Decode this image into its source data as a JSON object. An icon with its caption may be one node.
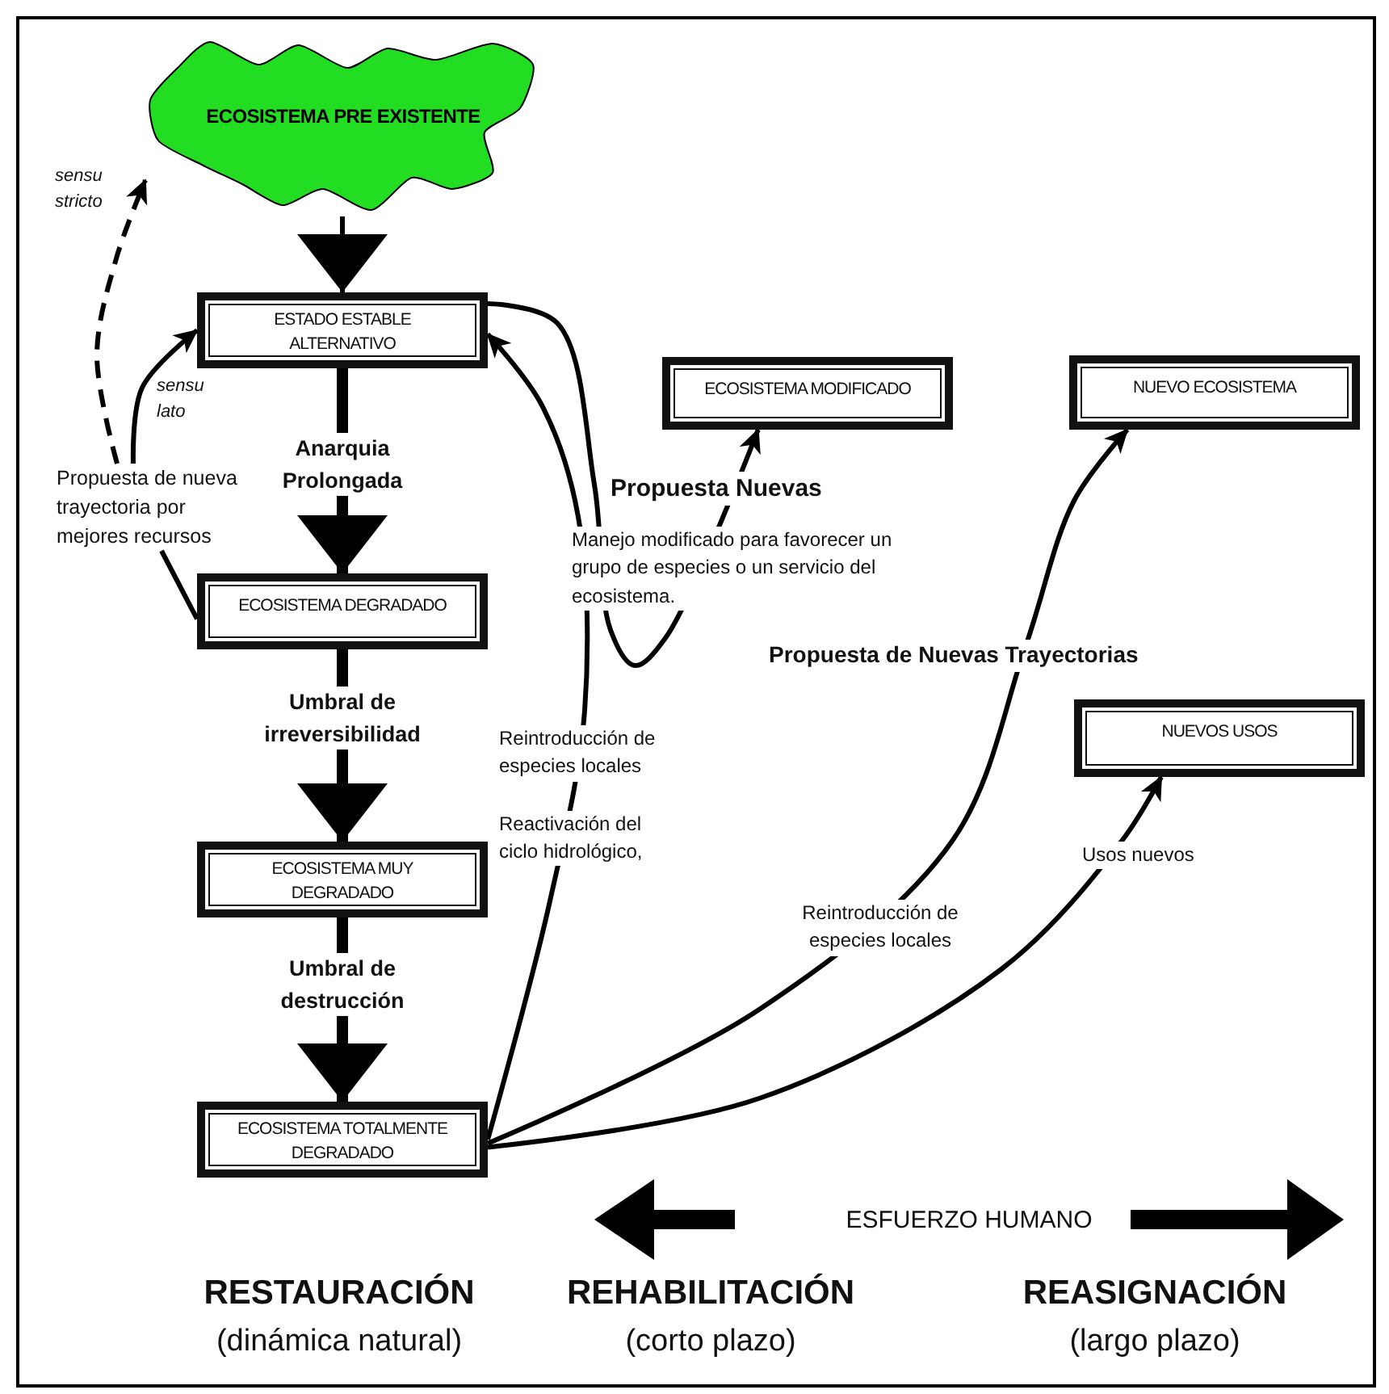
{
  "diagram": {
    "nodes": [
      {
        "text": [
          "ECOSISTEMA PRE EXISTENTE"
        ]
      },
      {
        "text": [
          "ESTADO ESTABLE ALTERNATIVO"
        ]
      },
      {
        "text": [
          "ECOSISTEMA DEGRADADO"
        ]
      },
      {
        "text": [
          "ECOSISTEMA MUY DEGRADADO"
        ]
      },
      {
        "text": [
          "ECOSISTEMA TOTALMENTE DEGRADADO"
        ]
      },
      {
        "text": [
          "ECOSISTEMA MODIFICADO"
        ]
      },
      {
        "text": [
          "NUEVO ECOSISTEMA"
        ]
      },
      {
        "text": [
          "NUEVOS USOS"
        ]
      },
      {
        "text": [
          "Propuesta de nueva trayectoria por mejores recursos"
        ]
      }
    ],
    "edges": [
      {
        "from": 0,
        "to": 1,
        "arrow": "to"
      },
      {
        "from": 1,
        "to": 2,
        "arrow": "to",
        "label": "Anarquia Prolongada",
        "style": "thick"
      },
      {
        "from": 2,
        "to": 3,
        "arrow": "to",
        "label": "Umbral de irreversibilidad",
        "style": "thick"
      },
      {
        "from": 3,
        "to": 4,
        "arrow": "to",
        "label": "Umbral de destrucción",
        "style": "thick"
      },
      {
        "from": 8,
        "to": 0,
        "arrow": "to",
        "label": "sensu stricto",
        "style": "dashed"
      },
      {
        "from": 8,
        "to": 1,
        "arrow": "to",
        "label": "sensu lato"
      },
      {
        "from": 2,
        "to": 8,
        "arrow": "none"
      },
      {
        "from": 4,
        "to": 1,
        "arrow": "to",
        "label": "Reintroducción de especies locales"
      },
      {
        "from": 1,
        "to": 5,
        "arrow": "to",
        "label": "Manejo modificado para favorecer un grupo de especies o un servicio del ecosistema."
      },
      {
        "from": 4,
        "to": 6,
        "arrow": "to",
        "label": "Reintroducción de especies locales"
      },
      {
        "from": 4,
        "to": 7,
        "arrow": "to",
        "label": "Usos nuevos"
      }
    ],
    "labels": [
      "Propuesta Nuevas",
      "Propuesta de Nuevas Trayectorias",
      "Reactivación del ciclo hidrológico,",
      "ESFUERZO HUMANO",
      "RESTAURACIÓN",
      "(dinámica natural)",
      "REHABILITACIÓN",
      "(corto plazo)",
      "REASIGNACIÓN",
      "(largo plazo)"
    ]
  }
}
